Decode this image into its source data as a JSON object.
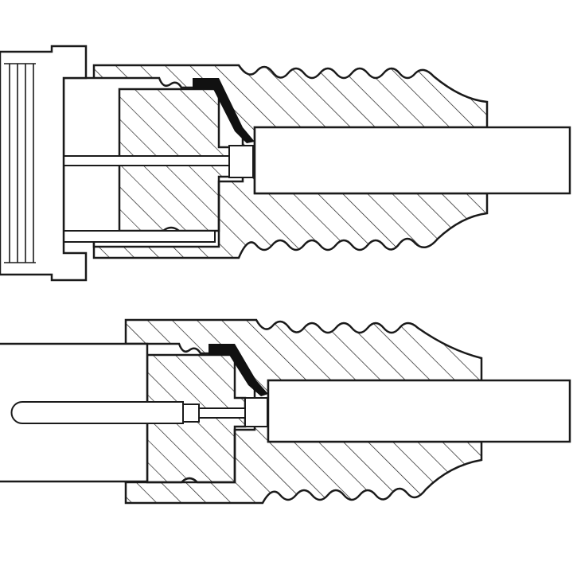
{
  "colors": {
    "line": "#1a1a1a",
    "fill": "#ffffff",
    "seal": "#111111"
  },
  "drawings": [
    {
      "id": "top-connector",
      "icon": "coax-connector-with-nut-cross-section"
    },
    {
      "id": "bottom-connector",
      "icon": "coax-connector-with-plug-cross-section"
    }
  ]
}
